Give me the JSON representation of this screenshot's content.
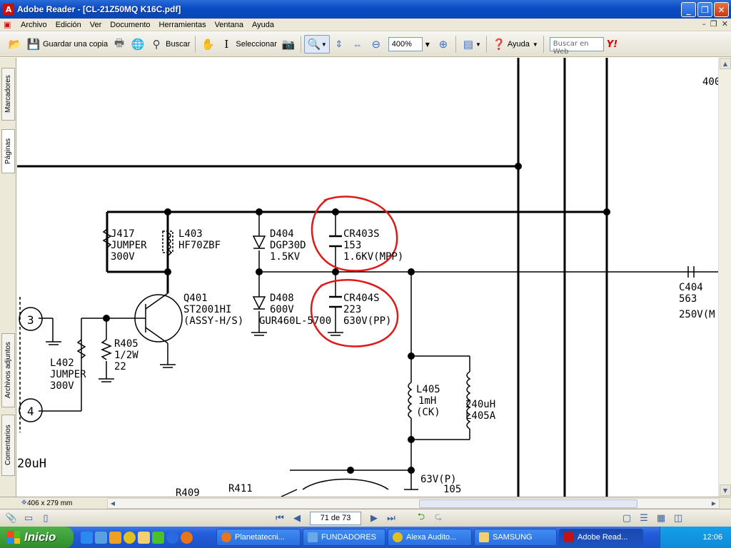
{
  "window": {
    "title": "Adobe Reader - [CL-21Z50MQ    K16C.pdf]",
    "app_icon": "adobe-reader-icon",
    "buttons": [
      "_",
      "❐",
      "✕"
    ]
  },
  "menu": {
    "items": [
      "Archivo",
      "Edición",
      "Ver",
      "Documento",
      "Herramientas",
      "Ventana",
      "Ayuda"
    ],
    "mdi_buttons": [
      "–",
      "❐",
      "✕"
    ]
  },
  "toolbar": {
    "save_copy_label": "Guardar una copia",
    "search_label": "Buscar",
    "select_label": "Seleccionar",
    "zoom_value": "400%",
    "help_label": "Ayuda",
    "web_search_placeholder": "Buscar en Web",
    "yahoo_label": "Y!"
  },
  "navpane": {
    "tabs": [
      "Marcadores",
      "Páginas",
      "Archivos adjuntos",
      "Comentarios"
    ]
  },
  "schematic": {
    "labels": {
      "top_right": "400",
      "j417": [
        "J417",
        "JUMPER",
        "300V"
      ],
      "l403": [
        "L403",
        "HF70ZBF"
      ],
      "d404": [
        "D404",
        "DGP30D",
        "1.5KV"
      ],
      "cr403s": [
        "CR403S",
        "153",
        "1.6KV(MPP)"
      ],
      "d408": [
        "D408",
        "600V",
        "GUR460L-5700"
      ],
      "cr404s": [
        "CR404S",
        "223",
        "630V(PP)"
      ],
      "q401": [
        "Q401",
        "ST2001HI",
        "(ASSY-H/S)"
      ],
      "r405": [
        "R405",
        "1/2W",
        "22"
      ],
      "l402": [
        "L402",
        "JUMPER",
        "300V"
      ],
      "l405": [
        "L405",
        "1mH",
        "(CK)"
      ],
      "l405a": [
        "240uH",
        "L405A"
      ],
      "c404": [
        "C404",
        "563",
        "250V(M"
      ],
      "v63": "63V(P)",
      "n105": "105",
      "uh20": "20uH",
      "r409": "R409",
      "r411": "R411",
      "node3": "3",
      "node4": "4"
    }
  },
  "status": {
    "page_size": "406 x 279 mm",
    "page_indicator": "71 de 73"
  },
  "taskbar": {
    "start_label": "Inicio",
    "tasks": [
      {
        "label": "Planetatecni...",
        "color": "#e8751a"
      },
      {
        "label": "FUNDADORES",
        "color": "#6aa8e8"
      },
      {
        "label": "Alexa Audito...",
        "color": "#e0c020"
      },
      {
        "label": "SAMSUNG",
        "color": "#f0d070"
      },
      {
        "label": "Adobe Read...",
        "color": "#c81010"
      }
    ],
    "clock": "12:06"
  },
  "colors": {
    "annotation_red": "#e01818",
    "title_blue": "#0a4bc4"
  }
}
